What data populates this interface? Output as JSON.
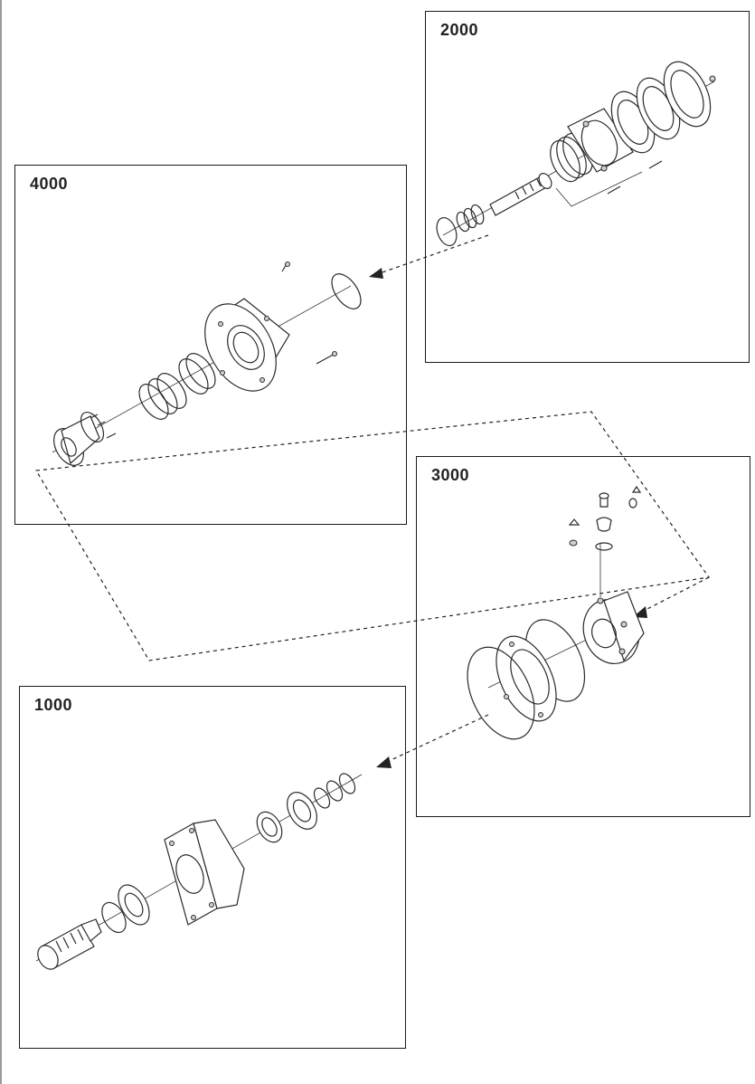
{
  "panels": {
    "p2000": {
      "label": "2000"
    },
    "p4000": {
      "label": "4000"
    },
    "p3000": {
      "label": "3000"
    },
    "p1000": {
      "label": "1000"
    }
  },
  "colors": {
    "line": "#2a2a2a",
    "border": "#1a1a1a",
    "background": "#ffffff"
  }
}
